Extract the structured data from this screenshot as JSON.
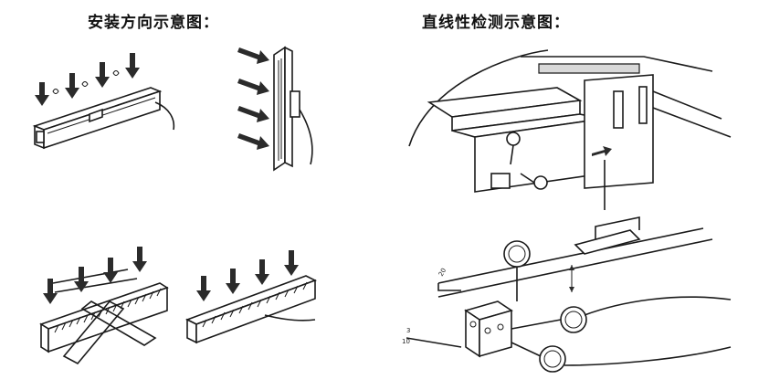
{
  "left_title": "安装方向示意图：",
  "right_title": "直线性检测示意图：",
  "labels": {
    "gauge_mark_a": "20",
    "gauge_mark_b": "3",
    "gauge_mark_c": "10"
  },
  "colors": {
    "ink": "#1a1a1a",
    "arrow": "#2b2b2b",
    "paper": "#ffffff"
  }
}
